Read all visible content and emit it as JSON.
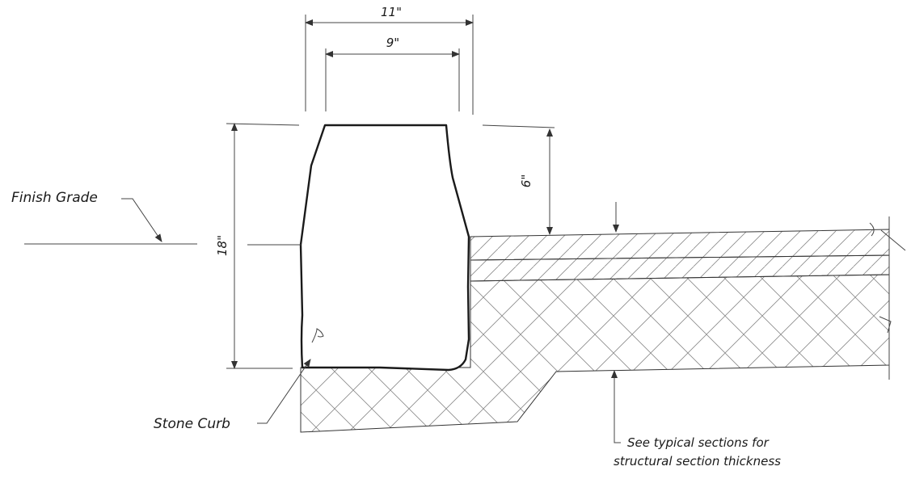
{
  "labels": {
    "finish_grade": "Finish Grade",
    "stone_curb": "Stone Curb",
    "note_line1": "See typical sections for",
    "note_line2": "structural section thickness"
  },
  "dimensions": {
    "curb_width_outer": "11\"",
    "curb_width_top": "9\"",
    "curb_height": "18\"",
    "reveal": "6\""
  },
  "colors": {
    "linework": "#1a1a1a",
    "hatch": "#8a8a8a",
    "background": "#ffffff"
  }
}
